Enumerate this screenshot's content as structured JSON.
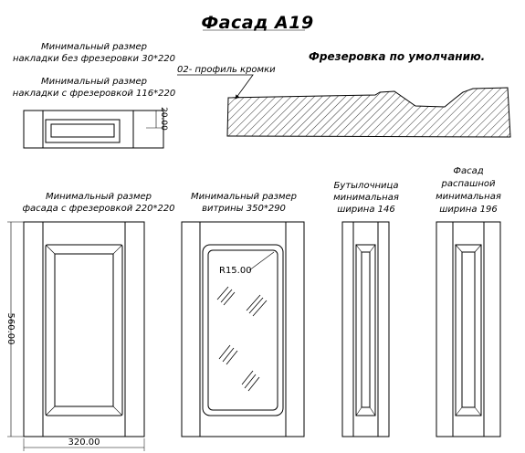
{
  "title": "Фасад А19",
  "milling_default": "Фрезеровка по умолчанию.",
  "edge_profile": "02- профиль кромки",
  "overlay_no_mill": [
    "Минимальный размер",
    "накладки без фрезеровки 30*220"
  ],
  "overlay_mill": [
    "Минимальный размер",
    "накладки с фрезеровкой 116*220"
  ],
  "overlay_dim": "20.00",
  "facade_mill": [
    "Минимальный размер",
    "фасада с фрезеровкой  220*220"
  ],
  "vitrine": [
    "Минимальный размер",
    "витрины 350*290"
  ],
  "bottle": [
    "Бутылочница",
    "минимальная",
    "ширина 146"
  ],
  "swing": [
    "Фасад",
    "распашной",
    "минимальная",
    "ширина 196"
  ],
  "dim_width": "320.00",
  "dim_height": "560.00",
  "radius": "R15.00"
}
